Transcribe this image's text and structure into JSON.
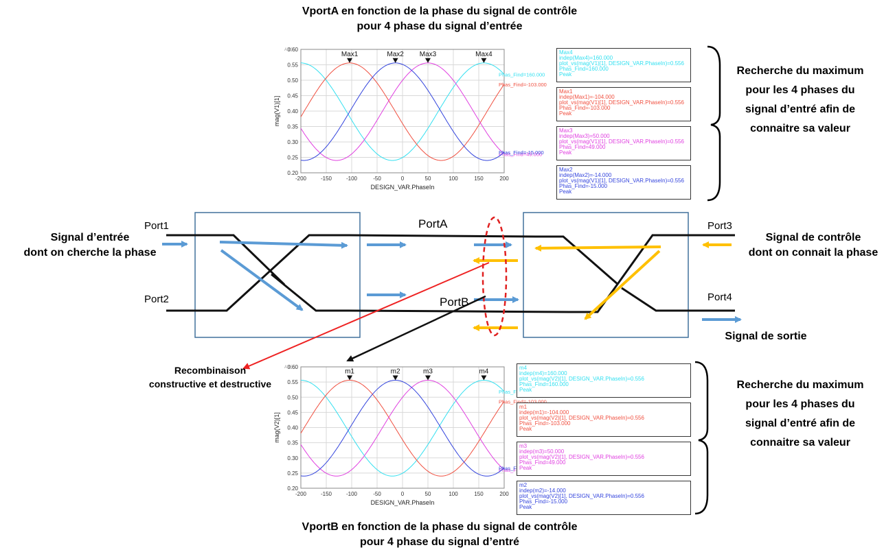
{
  "top_title": [
    "VportA en fonction de la phase du signal de contrôle",
    "pour 4 phase du signal d’entrée"
  ],
  "bottom_title": [
    "VportB en fonction de la phase du signal de contrôle",
    "pour 4 phase du signal d’entré"
  ],
  "side_text_top": [
    "Recherche du maximum",
    "pour les 4 phases du",
    "signal d’entré afin de",
    "connaitre sa valeur"
  ],
  "side_text_bottom": [
    "Recherche du maximum",
    "pour les 4 phases du",
    "signal d’entré afin de",
    "connaitre sa valeur"
  ],
  "diagram": {
    "port1": "Port1",
    "port2": "Port2",
    "port3": "Port3",
    "port4": "Port4",
    "portA": "PortA",
    "portB": "PortB",
    "input_label": [
      "Signal d’entrée",
      "dont on cherche la phase"
    ],
    "control_label": [
      "Signal de contrôle",
      "dont on connait la phase"
    ],
    "output_label": "Signal de sortie",
    "recomb_label": [
      "Recombinaison",
      "constructive et destructive"
    ]
  },
  "colors": {
    "cyan": "#33e0f0",
    "red": "#f05040",
    "magenta": "#e040e0",
    "blue": "#3344dd",
    "orange": "#ffc000",
    "arrow_blue": "#5b9bd5",
    "box": "#41719c"
  },
  "chart_data": [
    {
      "type": "line",
      "title": "",
      "xlabel": "DESIGN_VAR.PhaseIn",
      "ylabel": "mag(V1)[1]",
      "axis_corner_label": "ABS",
      "xlim": [
        -200,
        200
      ],
      "ylim": [
        0.2,
        0.6
      ],
      "xticks": [
        -200,
        -150,
        -100,
        -50,
        0,
        50,
        100,
        150,
        200
      ],
      "yticks": [
        0.2,
        0.25,
        0.3,
        0.35,
        0.4,
        0.45,
        0.5,
        0.55,
        0.6
      ],
      "series": [
        {
          "name": "Phas_Find=160.000",
          "color": "#33e0f0",
          "peak": 160,
          "label": "Phas_Find=160.000"
        },
        {
          "name": "Phas_Find=-103.000",
          "color": "#f05040",
          "peak": -104,
          "label": "Phas_Find=-103.000"
        },
        {
          "name": "Phas_Find=49.000",
          "color": "#e040e0",
          "peak": 50,
          "label": "Phas_Find=49.000"
        },
        {
          "name": "Phas_Find=-15.000",
          "color": "#3344dd",
          "peak": -14,
          "label": "Phas_Find=-15.000"
        }
      ],
      "curve_max": 0.556,
      "curve_min": 0.24,
      "markers": [
        {
          "name": "Max1",
          "x": -104
        },
        {
          "name": "Max2",
          "x": -14
        },
        {
          "name": "Max3",
          "x": 50
        },
        {
          "name": "Max4",
          "x": 160
        }
      ],
      "marker_boxes": [
        {
          "color": "#33e0f0",
          "lines": [
            "Max4",
            "indep(Max4)=160.000",
            "plot_vs(mag(V1)[1], DESIGN_VAR.PhaseIn)=0.556",
            "Phas_Find=160.000",
            "Peak"
          ]
        },
        {
          "color": "#f05040",
          "lines": [
            "Max1",
            "indep(Max1)=-104.000",
            "plot_vs(mag(V1)[1], DESIGN_VAR.PhaseIn)=0.556",
            "Phas_Find=-103.000",
            "Peak"
          ]
        },
        {
          "color": "#e040e0",
          "lines": [
            "Max3",
            "indep(Max3)=50.000",
            "plot_vs(mag(V1)[1], DESIGN_VAR.PhaseIn)=0.556",
            "Phas_Find=49.000",
            "Peak"
          ]
        },
        {
          "color": "#3344dd",
          "lines": [
            "Max2",
            "indep(Max2)=-14.000",
            "plot_vs(mag(V1)[1], DESIGN_VAR.PhaseIn)=0.556",
            "Phas_Find=-15.000",
            "Peak"
          ]
        }
      ]
    },
    {
      "type": "line",
      "title": "",
      "xlabel": "DESIGN_VAR.PhaseIn",
      "ylabel": "mag(V2)[1]",
      "axis_corner_label": "ABS",
      "xlim": [
        -200,
        200
      ],
      "ylim": [
        0.2,
        0.6
      ],
      "xticks": [
        -200,
        -150,
        -100,
        -50,
        0,
        50,
        100,
        150,
        200
      ],
      "yticks": [
        0.2,
        0.25,
        0.3,
        0.35,
        0.4,
        0.45,
        0.5,
        0.55,
        0.6
      ],
      "series": [
        {
          "name": "Phas_Find=160.000",
          "color": "#33e0f0",
          "peak": 160,
          "label": "Phas_Find=160.000"
        },
        {
          "name": "Phas_Find=-103.000",
          "color": "#f05040",
          "peak": -104,
          "label": "Phas_Find=-103.000"
        },
        {
          "name": "Phas_Find=49.000",
          "color": "#e040e0",
          "peak": 50,
          "label": "Phas_Find=49.000"
        },
        {
          "name": "Phas_Find=-15.000",
          "color": "#3344dd",
          "peak": -14,
          "label": "Phas_Find=-15.000"
        }
      ],
      "curve_max": 0.556,
      "curve_min": 0.24,
      "markers": [
        {
          "name": "m1",
          "x": -104
        },
        {
          "name": "m2",
          "x": -14
        },
        {
          "name": "m3",
          "x": 50
        },
        {
          "name": "m4",
          "x": 160
        }
      ],
      "marker_boxes": [
        {
          "color": "#33e0f0",
          "lines": [
            "m4",
            "indep(m4)=160.000",
            "plot_vs(mag(V2)[1], DESIGN_VAR.PhaseIn)=0.556",
            "Phas_Find=160.000",
            "Peak"
          ]
        },
        {
          "color": "#f05040",
          "lines": [
            "m1",
            "indep(m1)=-104.000",
            "plot_vs(mag(V2)[1], DESIGN_VAR.PhaseIn)=0.556",
            "Phas_Find=-103.000",
            "Peak"
          ]
        },
        {
          "color": "#e040e0",
          "lines": [
            "m3",
            "indep(m3)=50.000",
            "plot_vs(mag(V2)[1], DESIGN_VAR.PhaseIn)=0.556",
            "Phas_Find=49.000",
            "Peak"
          ]
        },
        {
          "color": "#3344dd",
          "lines": [
            "m2",
            "indep(m2)=-14.000",
            "plot_vs(mag(V2)[1], DESIGN_VAR.PhaseIn)=0.556",
            "Phas_Find=-15.000",
            "Peak"
          ]
        }
      ]
    }
  ]
}
